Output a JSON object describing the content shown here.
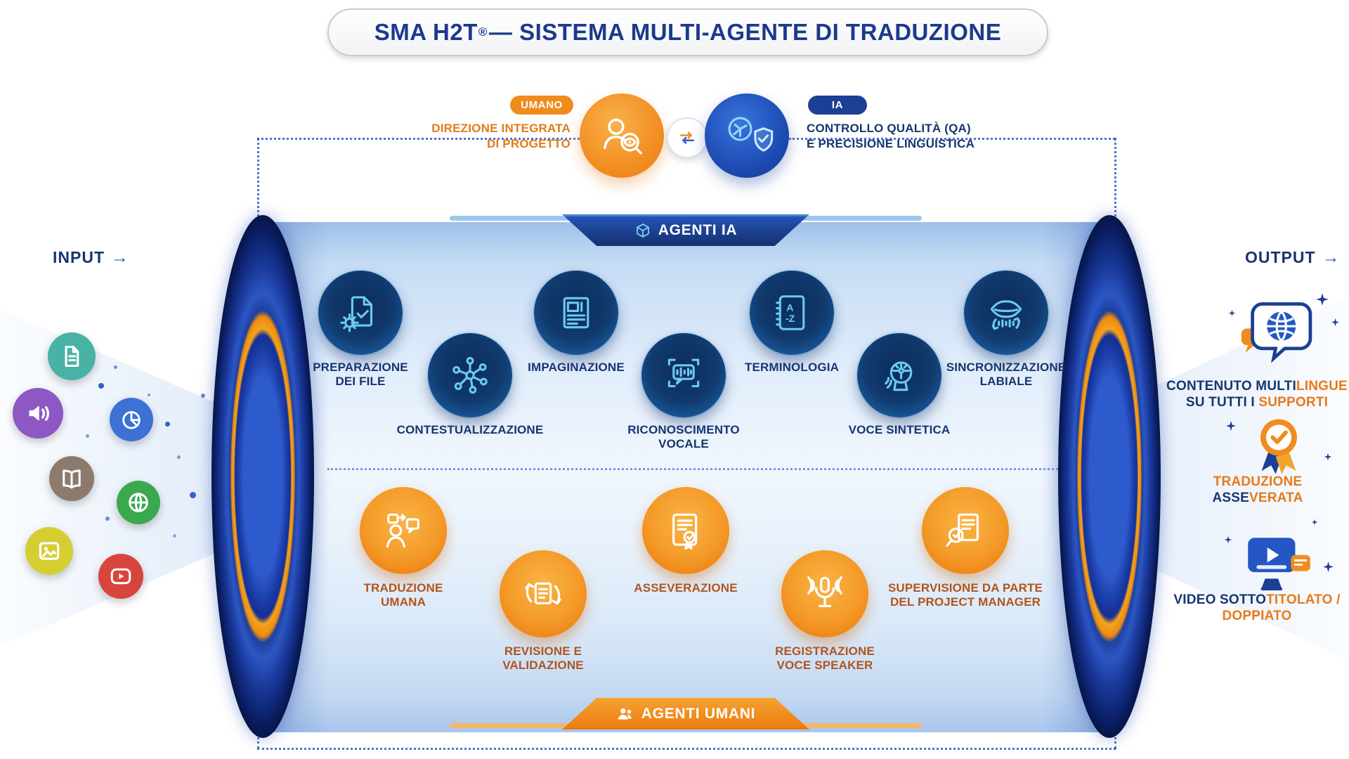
{
  "title": {
    "brand": "SMA H2T",
    "reg": "®",
    "rest": " — SISTEMA MULTI-AGENTE DI TRADUZIONE"
  },
  "header": {
    "human_badge": "UMANO",
    "human_caption": "DIREZIONE INTEGRATA\nDI PROGETTO",
    "human_icon": "person-magnifier-icon",
    "exchange_icon": "exchange-arrows-icon",
    "ia_badge": "IA",
    "ia_caption": "CONTROLLO QUALITÀ (QA)\nE PRECISIONE LINGUISTICA",
    "ia_icon": "ai-brain-shield-icon"
  },
  "pipeline": {
    "ia_banner": "AGENTI IA",
    "ia_banner_icon": "cube-icon",
    "human_banner": "AGENTI UMANI",
    "human_banner_icon": "people-icon",
    "ia_agents": [
      {
        "label": "PREPARAZIONE\nDEI FILE",
        "icon": "file-gear-icon"
      },
      {
        "label": "CONTESTUALIZZAZIONE",
        "icon": "network-icon"
      },
      {
        "label": "IMPAGINAZIONE",
        "icon": "page-layout-icon"
      },
      {
        "label": "RICONOSCIMENTO\nVOCALE",
        "icon": "speech-recognition-icon"
      },
      {
        "label": "TERMINOLOGIA",
        "icon": "dictionary-icon"
      },
      {
        "label": "VOCE SINTETICA",
        "icon": "synthetic-voice-icon"
      },
      {
        "label": "SINCRONIZZAZIONE\nLABIALE",
        "icon": "lip-sync-icon"
      }
    ],
    "human_agents": [
      {
        "label": "TRADUZIONE\nUMANA",
        "icon": "human-translation-icon"
      },
      {
        "label": "REVISIONE E\nVALIDAZIONE",
        "icon": "revision-cycle-icon"
      },
      {
        "label": "ASSEVERAZIONE",
        "icon": "certificate-seal-icon"
      },
      {
        "label": "REGISTRAZIONE\nVOCE SPEAKER",
        "icon": "microphone-icon"
      },
      {
        "label": "SUPERVISIONE DA PARTE\nDEL PROJECT MANAGER",
        "icon": "supervision-magnifier-icon"
      }
    ]
  },
  "input": {
    "label": "INPUT",
    "arrow": "→",
    "icons": [
      "text-document-icon",
      "audio-speaker-icon",
      "pie-chart-icon",
      "book-icon",
      "globe-icon",
      "image-icon",
      "video-player-icon"
    ],
    "icon_colors": [
      "#48b2a4",
      "#8e58c4",
      "#3b72d4",
      "#8c7b6d",
      "#3aa94e",
      "#d4ce33",
      "#d8453f"
    ]
  },
  "output": {
    "label": "OUTPUT",
    "arrow": "→",
    "items": [
      {
        "icon": "multilingual-content-icon",
        "l1a": "CONTENUTO MULTI",
        "l1b": "LINGUE",
        "l2a": "SU TUTTI I ",
        "l2b": "SUPPORTI"
      },
      {
        "icon": "certified-translation-icon",
        "l1a": "TRADUZIONE",
        "l2a": "ASSE",
        "l2b": "VERATA"
      },
      {
        "icon": "subtitled-video-icon",
        "l1a": "VIDEO SOTTO",
        "l1b": "TITOLATO /",
        "l2a": "DOPPIATO"
      }
    ]
  },
  "colors": {
    "navy": "#17356f",
    "blue": "#2f5fc0",
    "orange": "#ee8314",
    "light_blue_icon": "#6cc9f2"
  }
}
